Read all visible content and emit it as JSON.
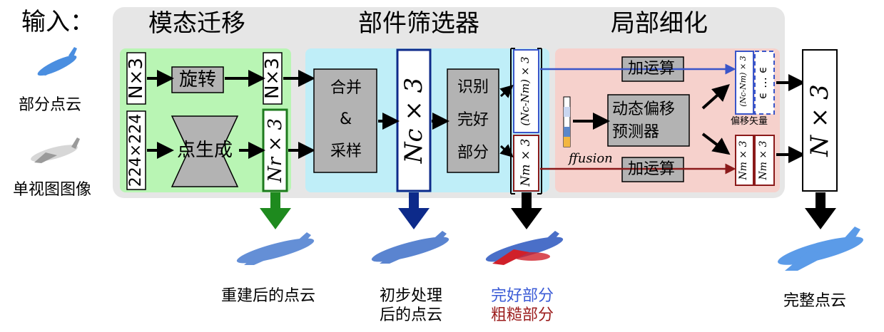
{
  "input_label": "输入：",
  "inputs": {
    "partial_cloud": "部分点云",
    "single_view_image": "单视图图像"
  },
  "stages": {
    "modal_transfer": "模态迁移",
    "part_filter": "部件筛选器",
    "local_refine": "局部细化"
  },
  "blocks": {
    "n3_in": "N×3",
    "rotate": "旋转",
    "n3_rot": "N×3",
    "img_224": "224×224",
    "point_gen": "点生成",
    "nr3": "Nr × 3",
    "merge_sample": [
      "合并",
      "&",
      "采样"
    ],
    "nc3": "Nc × 3",
    "identify": [
      "识别",
      "完好",
      "部分"
    ],
    "good_branch": "(Nc-Nm) × 3",
    "coarse_branch": "Nm × 3",
    "add_op_top": "加运算",
    "add_op_bottom": "加运算",
    "dyn_offset": [
      "动态偏移",
      "预测器"
    ],
    "f_fusion": "ffusion",
    "offset_top_a": "(Nc-Nm) × 3",
    "offset_top_b": "ϵ … ϵ",
    "offset_vec_label": "偏移矢量",
    "nm_a": "Nm × 3",
    "nm_b": "Nm × 3",
    "final": "N × 3"
  },
  "outputs": {
    "reconstructed": "重建后的点云",
    "preliminary": [
      "初步处理",
      "后的点云"
    ],
    "good_part": "完好部分",
    "coarse_part": "粗糙部分",
    "complete": "完整点云"
  },
  "colors": {
    "green_panel": "#b9f5b4",
    "cyan_panel": "#bfeef8",
    "pink_panel": "#f6d1cc",
    "gray_block": "#b3b3b3",
    "blue_arrow": "#3a55c9",
    "dark_red_arrow": "#8b1a1a",
    "green_arrow": "#1e8a1e",
    "navy_arrow": "#0d2a8a",
    "good_text": "#3b5bd6",
    "coarse_text": "#9b1c1c"
  }
}
